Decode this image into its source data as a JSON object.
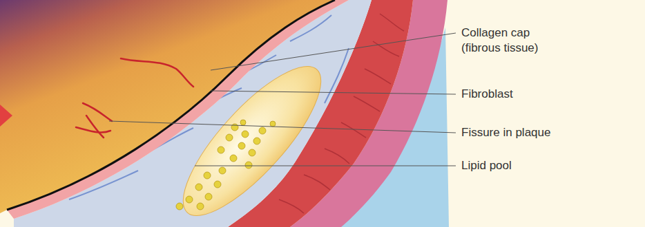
{
  "diagram": {
    "labels": [
      "Collagen cap (fibrous tissue)",
      "Fibroblast",
      "Fissure in plaque",
      "Lipid pool"
    ]
  }
}
